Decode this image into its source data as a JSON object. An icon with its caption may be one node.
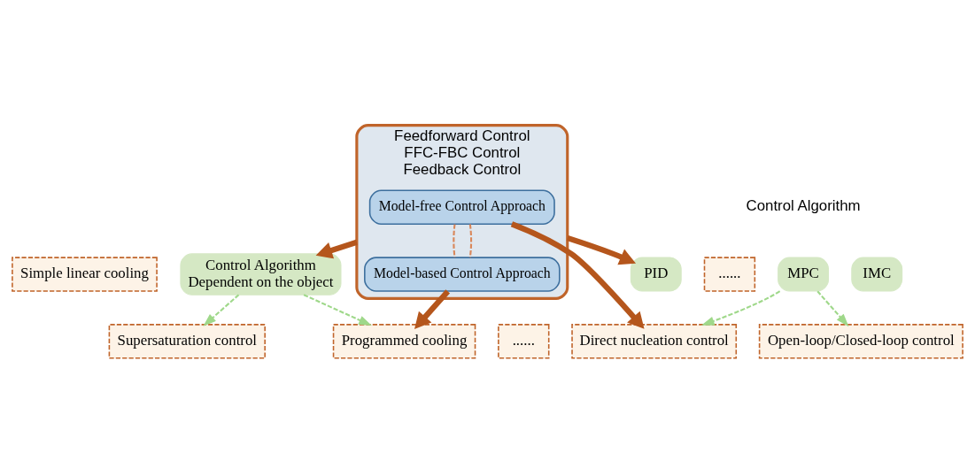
{
  "diagram": {
    "nodes": [
      {
        "text": [
          "Simple linear cooling"
        ]
      },
      {
        "text": [
          "......"
        ]
      },
      {
        "text": [
          "Supersaturation control"
        ]
      },
      {
        "text": [
          "Direct nucleation control"
        ]
      },
      {
        "text": [
          "Feedforward Control",
          "FFC-FBC Control",
          "Feedback Control"
        ]
      },
      {
        "text": [
          "Model-free Control Approach"
        ],
        "in": 4
      },
      {
        "text": [
          "Model-based Control Approach"
        ],
        "in": 4
      },
      {
        "text": [
          "Control Algorithm",
          "Dependent on the object"
        ]
      },
      {
        "text": [
          "PID"
        ]
      },
      {
        "text": [
          "MPC"
        ]
      },
      {
        "text": [
          "IMC"
        ]
      },
      {
        "text": [
          "Programmed cooling"
        ]
      },
      {
        "text": [
          "......"
        ]
      },
      {
        "text": [
          "Open-loop/Closed-loop control"
        ]
      }
    ],
    "edges": [
      {
        "from": 5,
        "to": 6,
        "arrow": "none",
        "style": "dashed",
        "color": "#d9875a"
      },
      {
        "from": 5,
        "to": 6,
        "arrow": "none",
        "style": "dashed",
        "color": "#d9875a"
      },
      {
        "from": 5,
        "to": 3,
        "arrow": "to",
        "style": "thick",
        "color": "#b5561c"
      },
      {
        "from": 6,
        "to": 11,
        "arrow": "to",
        "style": "thick",
        "color": "#b5561c"
      },
      {
        "from": 4,
        "to": 7,
        "arrow": "to",
        "style": "thick",
        "color": "#b5561c"
      },
      {
        "from": 4,
        "to": 8,
        "arrow": "to",
        "style": "thick",
        "color": "#b5561c"
      },
      {
        "from": 7,
        "to": 2,
        "arrow": "to",
        "style": "dashed",
        "color": "#9fd88a"
      },
      {
        "from": 7,
        "to": 11,
        "arrow": "to",
        "style": "dashed",
        "color": "#9fd88a"
      },
      {
        "from": 9,
        "to": 3,
        "arrow": "to",
        "style": "dashed",
        "color": "#9fd88a"
      },
      {
        "from": 9,
        "to": 13,
        "arrow": "to",
        "style": "dashed",
        "color": "#9fd88a"
      }
    ],
    "labels": [
      "Control Algorithm"
    ]
  }
}
